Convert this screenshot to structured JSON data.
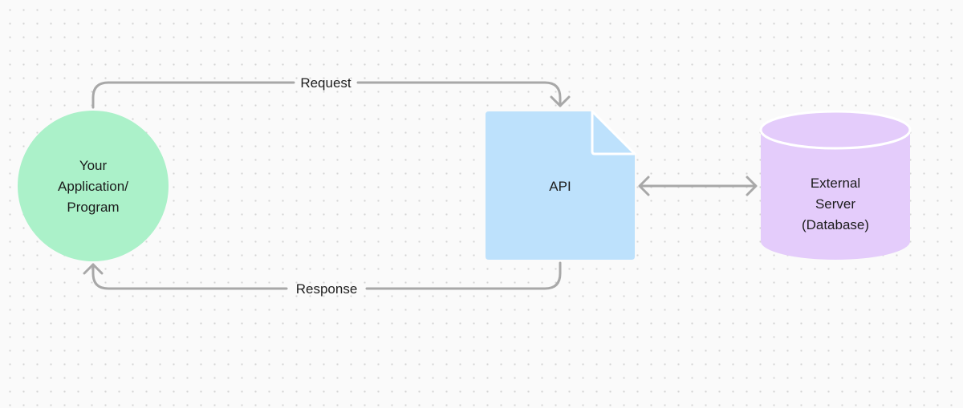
{
  "nodes": {
    "app": {
      "lines": [
        "Your",
        "Application/",
        "Program"
      ],
      "fill": "#abf1c9"
    },
    "api": {
      "label": "API",
      "fill": "#bde1fc"
    },
    "server": {
      "lines": [
        "External",
        "Server",
        "(Database)"
      ],
      "fill": "#e4ccfb"
    }
  },
  "edges": {
    "request": {
      "label": "Request"
    },
    "response": {
      "label": "Response"
    }
  },
  "colors": {
    "connector": "#a8a8a8",
    "background": "#fafafa",
    "grid_dot": "#d4d4d4",
    "text": "#1c1c1c"
  }
}
